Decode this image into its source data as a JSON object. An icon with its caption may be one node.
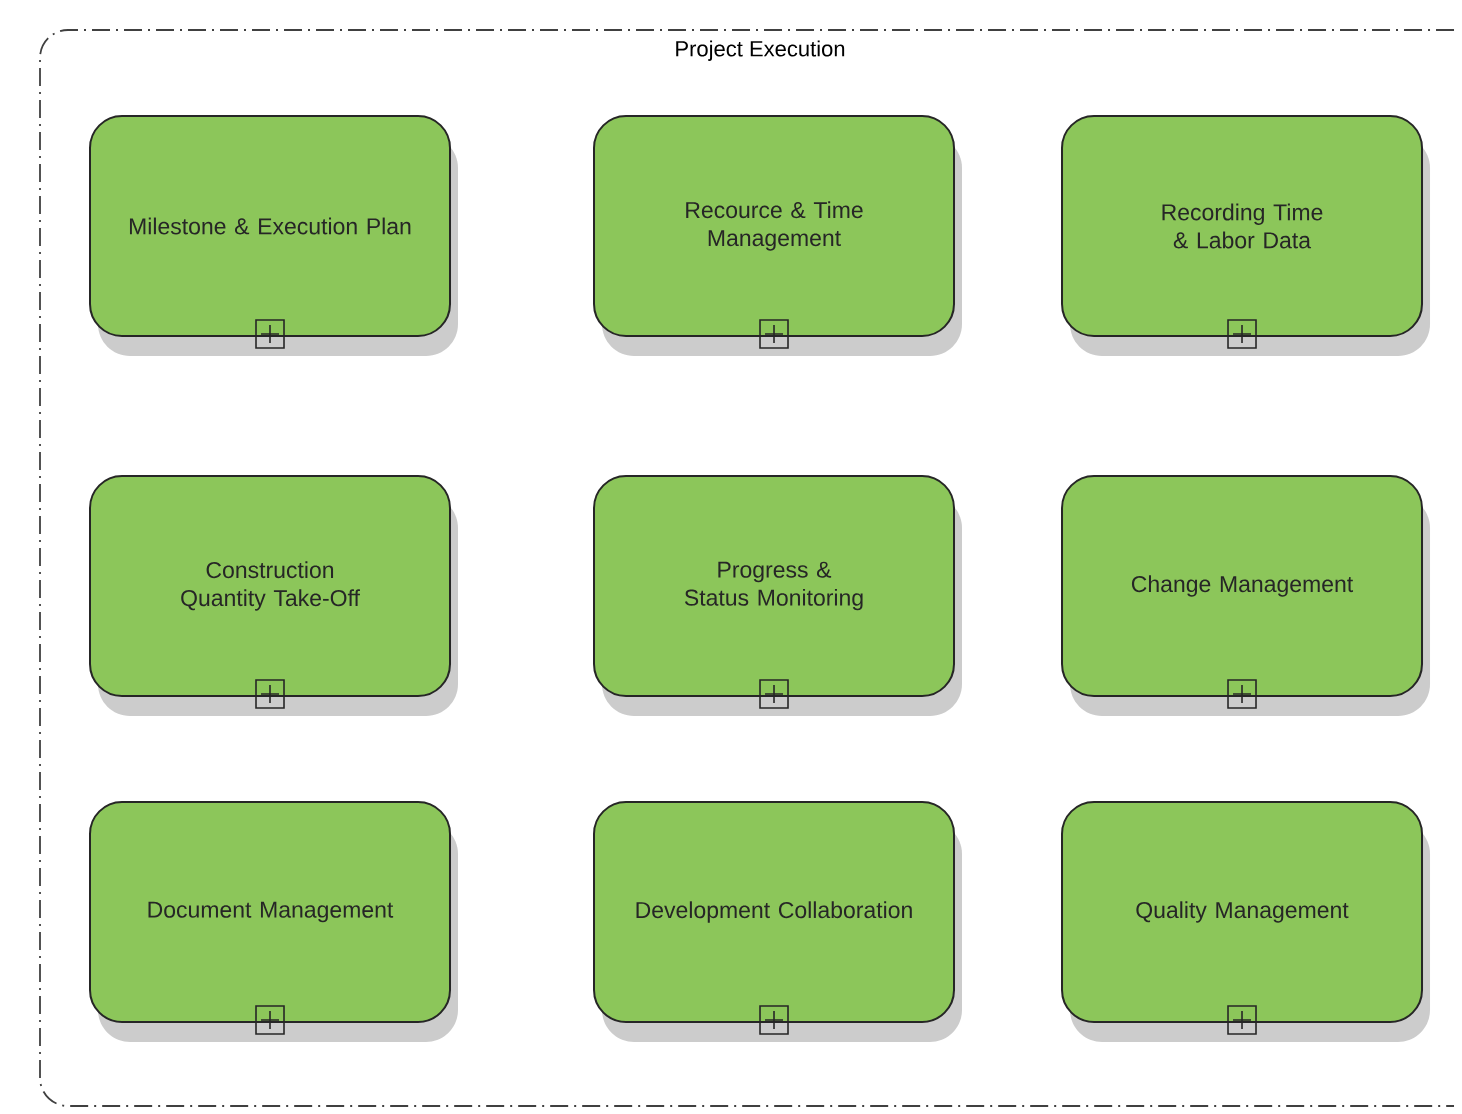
{
  "diagram": {
    "nodes": [
      {
        "text": [
          "Project Execution"
        ]
      },
      {
        "text": [
          "Milestone & Execution Plan"
        ],
        "in": 0
      },
      {
        "text": [
          "Recource & Time Management"
        ],
        "in": 0
      },
      {
        "text": [
          "Recording Time & Labor Data"
        ],
        "in": 0
      },
      {
        "text": [
          "Construction Quantity Take-Off"
        ],
        "in": 0
      },
      {
        "text": [
          "Progress & Status Monitoring"
        ],
        "in": 0
      },
      {
        "text": [
          "Change Management"
        ],
        "in": 0
      },
      {
        "text": [
          "Document Management"
        ],
        "in": 0
      },
      {
        "text": [
          "Development Collaboration"
        ],
        "in": 0
      },
      {
        "text": [
          "Quality Management"
        ],
        "in": 0
      }
    ]
  }
}
